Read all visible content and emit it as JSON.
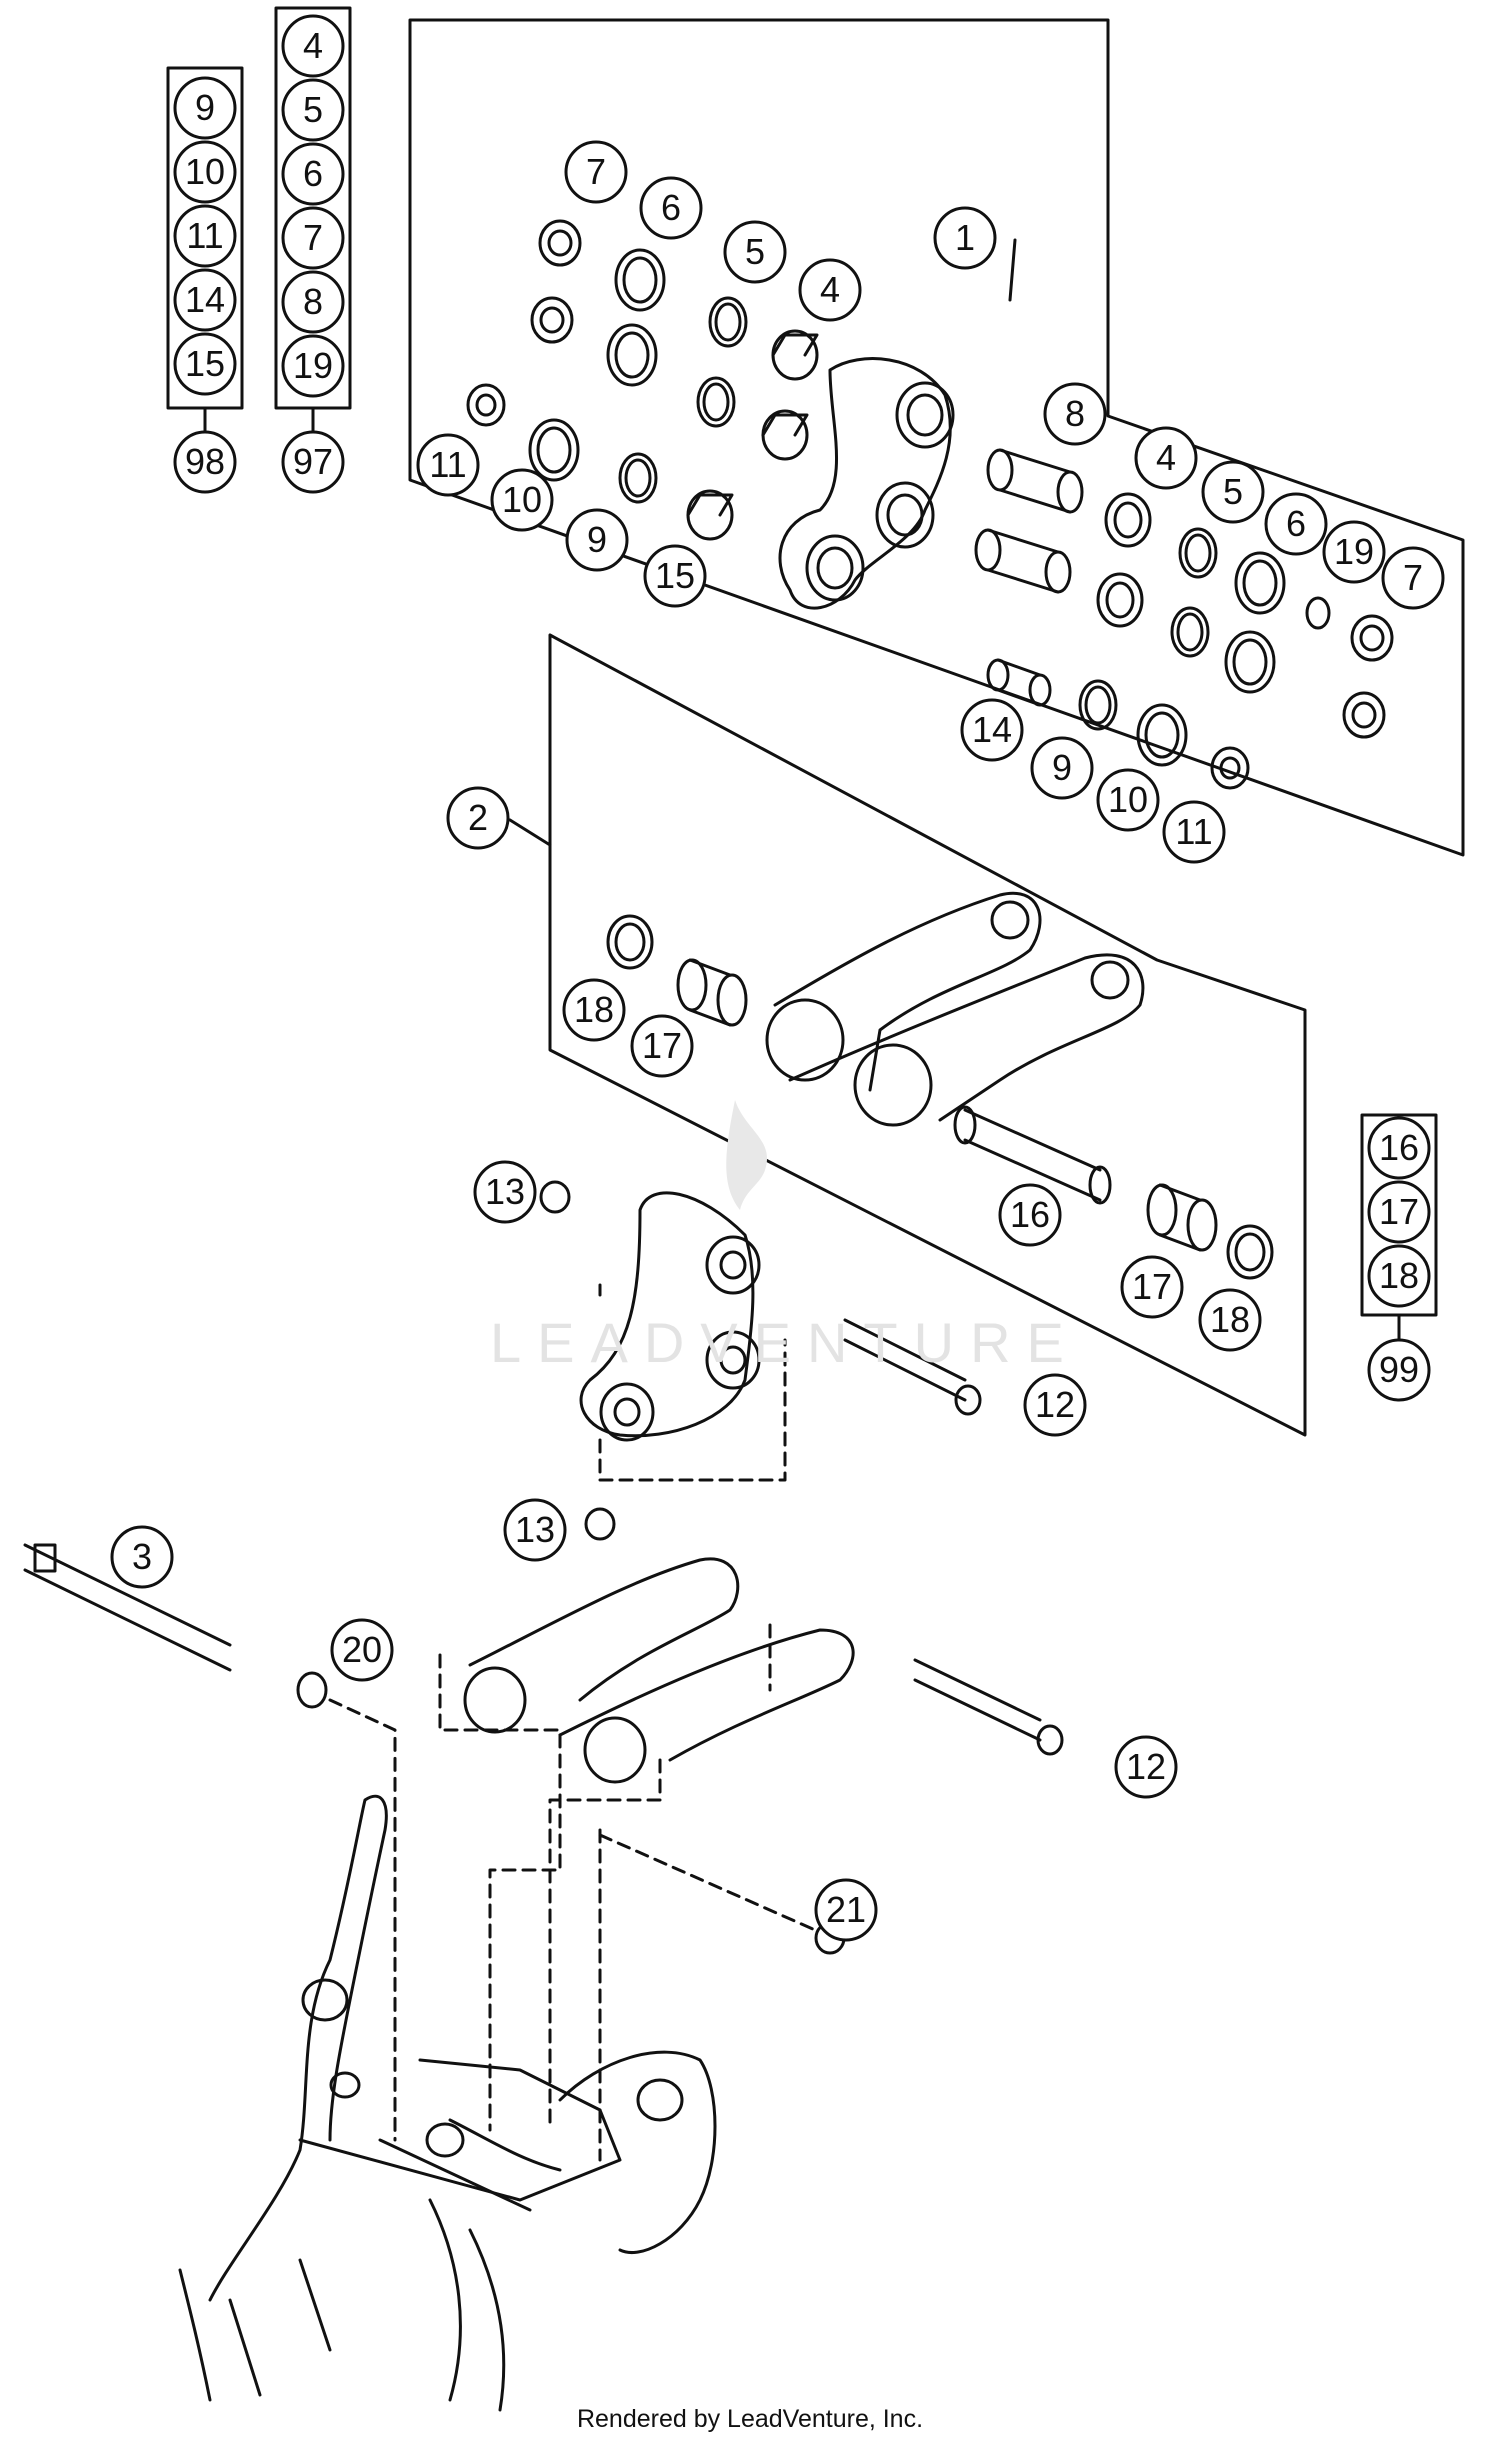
{
  "watermark": "LEADVENTURE",
  "footer": "Rendered by LeadVenture, Inc.",
  "kits": [
    {
      "number": "98",
      "contents": [
        "9",
        "10",
        "11",
        "14",
        "15"
      ]
    },
    {
      "number": "97",
      "contents": [
        "4",
        "5",
        "6",
        "7",
        "8",
        "19"
      ]
    },
    {
      "number": "99",
      "contents": [
        "16",
        "17",
        "18"
      ]
    }
  ],
  "callouts": [
    "1",
    "7",
    "6",
    "5",
    "4",
    "11",
    "10",
    "9",
    "15",
    "8",
    "4",
    "5",
    "6",
    "19",
    "7",
    "14",
    "9",
    "10",
    "11",
    "2",
    "18",
    "17",
    "16",
    "17",
    "18",
    "13",
    "12",
    "13",
    "3",
    "20",
    "12",
    "21"
  ]
}
